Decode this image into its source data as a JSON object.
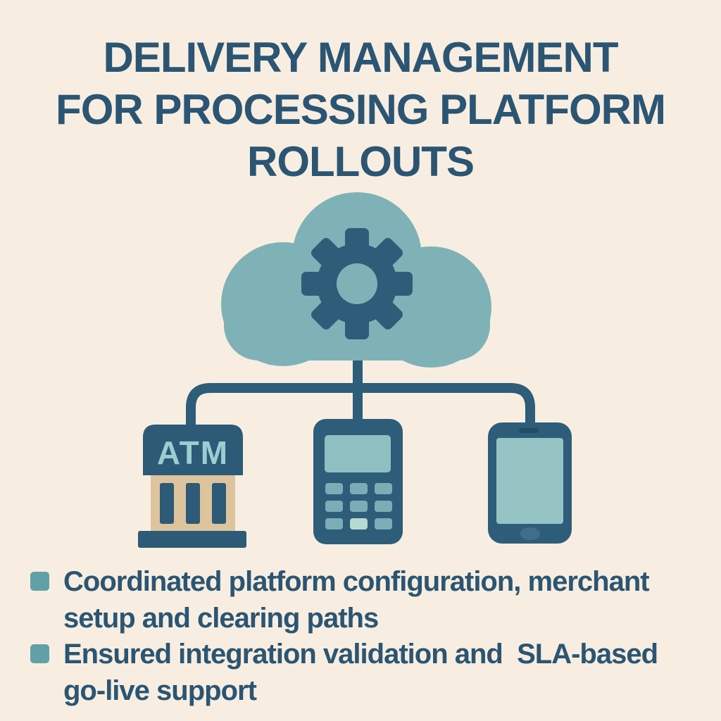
{
  "title": {
    "line1": "DELIVERY MANAGEMENT",
    "line2": "FOR PROCESSING PLATFORM",
    "line3": "ROLLOUTS"
  },
  "diagram": {
    "description": "Cloud with gear connected by lines to ATM, POS terminal and smartphone",
    "atm_label": "ATM",
    "icons": [
      "cloud-icon",
      "gear-icon",
      "atm-icon",
      "pos-terminal-icon",
      "smartphone-icon"
    ]
  },
  "bullets": [
    {
      "line1": "Coordinated platform configuration, merchant",
      "line2": "setup and clearing paths"
    },
    {
      "line1": "Ensured integration validation and  SLA-based",
      "line2": "go-live support"
    }
  ],
  "colors": {
    "background": "#f7eee1",
    "text_blue": "#2b5573",
    "cloud_teal": "#7fb2b6",
    "icon_dark_blue": "#2d5d78",
    "atm_panel_blue": "#2d5a77",
    "atm_label_teal": "#9ccdd1",
    "tan": "#ddc49d",
    "screen_teal": "#96c3c4",
    "pos_screen_teal": "#90bfc1",
    "keypad_teal": "#7badb6",
    "keypad_highlight": "#b6dad2",
    "bullet_marker_teal": "#62a0a8"
  }
}
